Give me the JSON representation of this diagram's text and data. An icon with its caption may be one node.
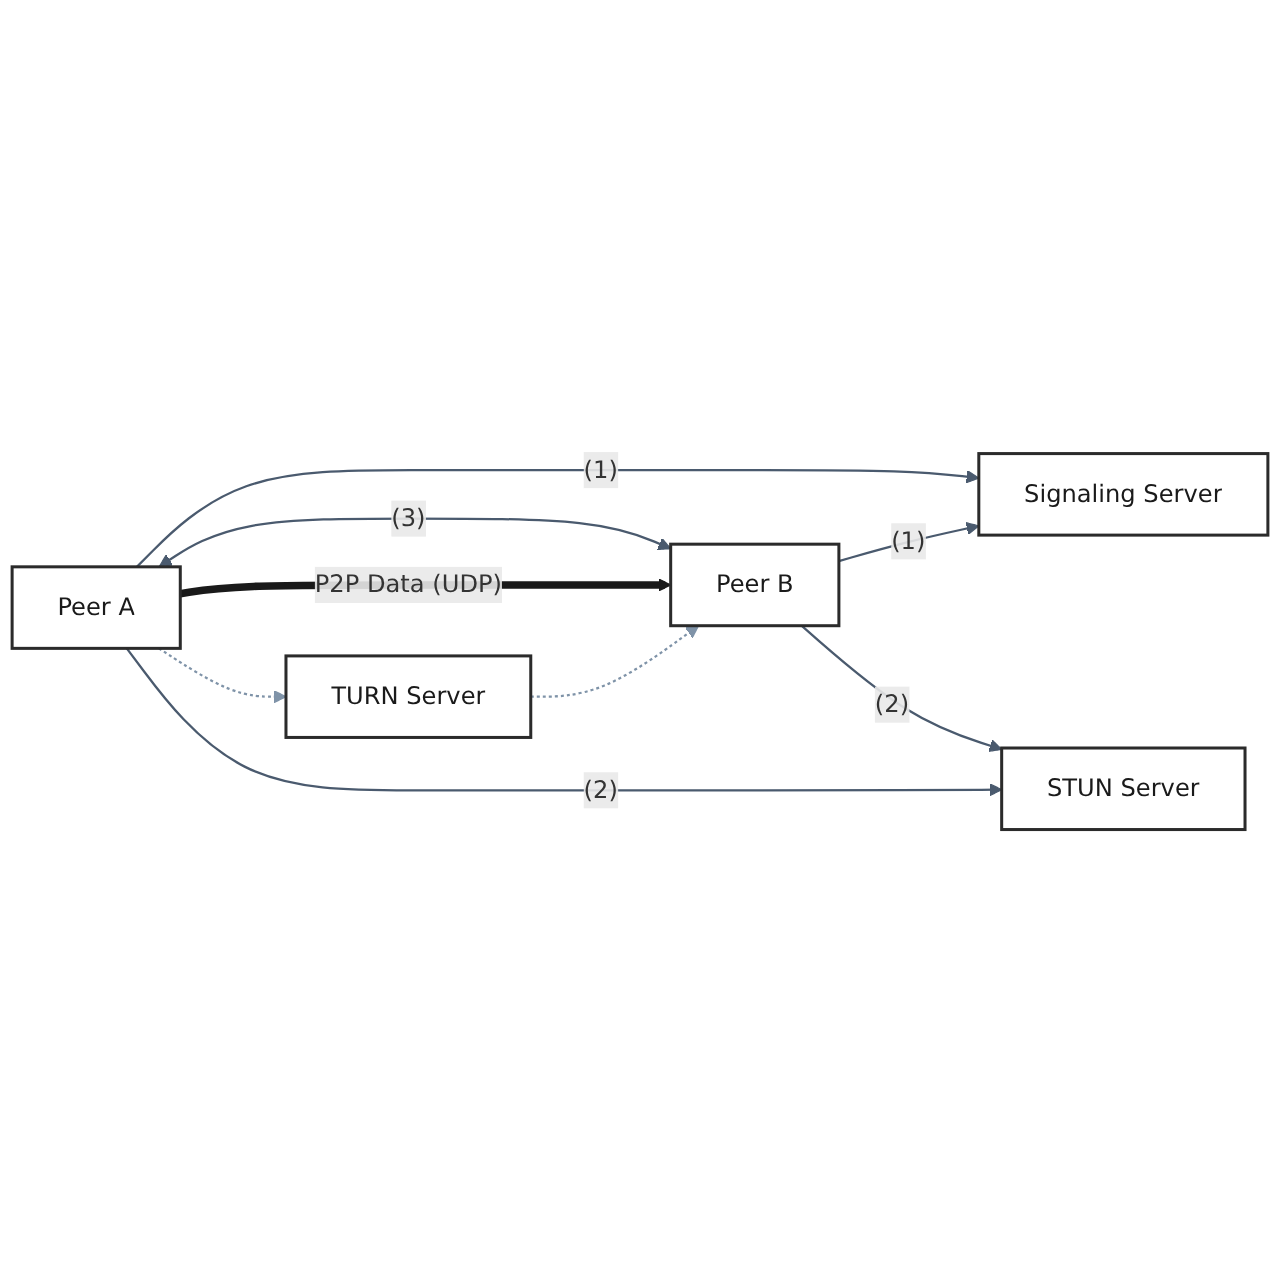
{
  "diagram": {
    "nodes": [
      {
        "text": [
          "Signaling Server"
        ]
      },
      {
        "text": [
          "Peer A"
        ]
      },
      {
        "text": [
          "Peer B"
        ]
      },
      {
        "text": [
          "TURN Server"
        ]
      },
      {
        "text": [
          "STUN Server"
        ]
      }
    ],
    "edges": [
      {
        "from": 1,
        "to": 0,
        "arrow": "to",
        "label": "(1)"
      },
      {
        "from": 2,
        "to": 0,
        "arrow": "to",
        "label": "(1)"
      },
      {
        "from": 1,
        "to": 2,
        "arrow": "both",
        "label": "(3)"
      },
      {
        "from": 1,
        "to": 2,
        "arrow": "to",
        "label": "P2P Data (UDP)",
        "style": "thick",
        "color": "#1a1a1a"
      },
      {
        "from": 1,
        "to": 3,
        "arrow": "to",
        "style": "dashed",
        "color": "#7f93a8"
      },
      {
        "from": 3,
        "to": 2,
        "arrow": "to",
        "style": "dashed",
        "color": "#7f93a8"
      },
      {
        "from": 1,
        "to": 4,
        "arrow": "to",
        "label": "(2)"
      },
      {
        "from": 2,
        "to": 4,
        "arrow": "to",
        "label": "(2)"
      }
    ]
  }
}
